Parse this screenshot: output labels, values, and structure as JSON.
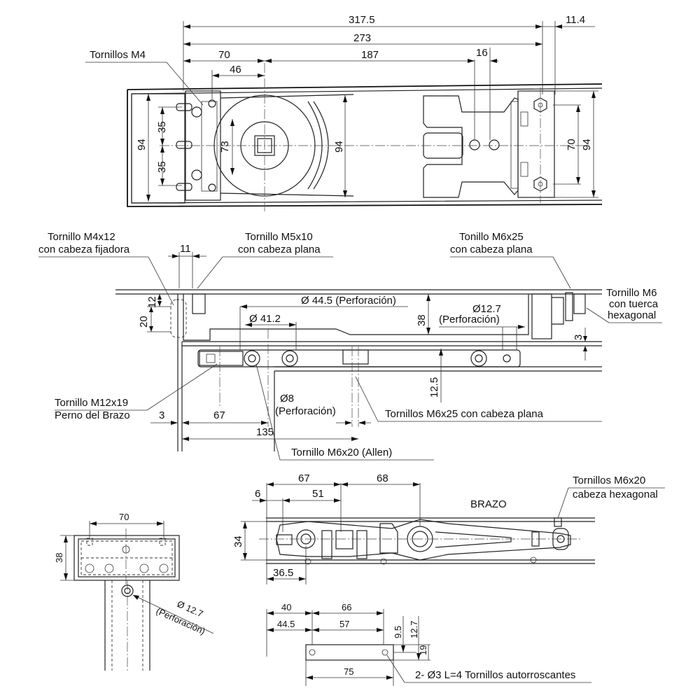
{
  "top_view": {
    "dims": {
      "d317": "317.5",
      "d11_4": "11.4",
      "d273": "273",
      "d70a": "70",
      "d187": "187",
      "d16": "16",
      "d46": "46",
      "d35a": "35",
      "d35b": "35",
      "d94a": "94",
      "d73": "73",
      "d94b": "94",
      "d70b": "70",
      "d94c": "94"
    },
    "labels": {
      "tornillos_m4": "Tornillos M4"
    }
  },
  "side_view": {
    "labels": {
      "t_m4x12_1": "Tornillo M4x12",
      "t_m4x12_2": "con cabeza fijadora",
      "t_m5x10_1": "Tornillo M5x10",
      "t_m5x10_2": "con cabeza plana",
      "t_m6x25_1": "Tonillo M6x25",
      "t_m6x25_2": "con cabeza plana",
      "t_m6_1": "Tornillo M6",
      "t_m6_2": "con tuerca",
      "t_m6_3": "hexagonal",
      "perf_44": "Ø 44.5 (Perforación)",
      "perf_41": "Ø 41.2",
      "perf_127a": "Ø12.7",
      "perf_127b": "(Perforación)",
      "perf_8a": "Ø8",
      "perf_8b": "(Perforación)",
      "t_m12_1": "Tornillo M12x19",
      "t_m12_2": "Perno del Brazo",
      "t_m6x25b": "Tornillos M6x25 con cabeza plana",
      "t_m6x20": "Tornillo M6x20 (Allen)"
    },
    "dims": {
      "d11": "11",
      "d12": "12",
      "d20": "20",
      "d38": "38",
      "d3a": "3",
      "d12_5": "12.5",
      "d3b": "3",
      "d67": "67",
      "d135": "135"
    }
  },
  "bottom_left": {
    "dims": {
      "d70": "70",
      "d38": "38"
    },
    "labels": {
      "perf_a": "Ø 12.7",
      "perf_b": "(Perforación)"
    }
  },
  "arm_view": {
    "labels": {
      "brazo": "BRAZO",
      "t_m6x20_1": "Tornillos M6x20",
      "t_m6x20_2": "cabeza hexagonal"
    },
    "dims": {
      "d67": "67",
      "d68": "68",
      "d6": "6",
      "d51": "51",
      "d34": "34",
      "d36_5": "36.5"
    }
  },
  "plate_view": {
    "dims": {
      "d40": "40",
      "d66": "66",
      "d44_5": "44.5",
      "d57": "57",
      "d9_5": "9.5",
      "d12_7": "12.7",
      "d19": "19",
      "d75": "75"
    },
    "labels": {
      "screws": "2- Ø3 L=4 Tornillos autorroscantes"
    }
  }
}
